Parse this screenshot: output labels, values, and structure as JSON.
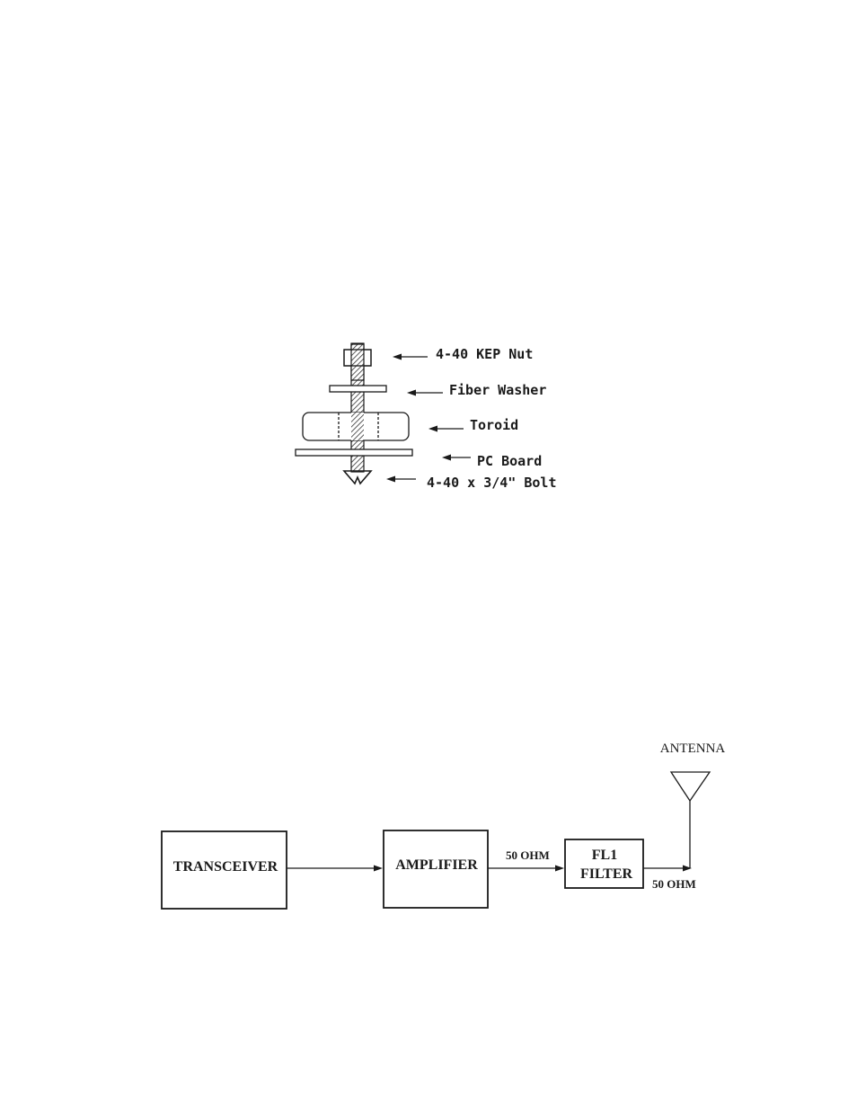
{
  "mounting": {
    "labels": {
      "nut": "4-40 KEP Nut",
      "washer": "Fiber Washer",
      "toroid": "Toroid",
      "pcboard": "PC Board",
      "bolt": "4-40 x 3/4\" Bolt"
    }
  },
  "block_diagram": {
    "transceiver": "TRANSCEIVER",
    "amplifier": "AMPLIFIER",
    "filter_line1": "FL1",
    "filter_line2": "FILTER",
    "impedance_amp_filter": "50 OHM",
    "impedance_filter_antenna": "50 OHM",
    "antenna": "ANTENNA"
  }
}
